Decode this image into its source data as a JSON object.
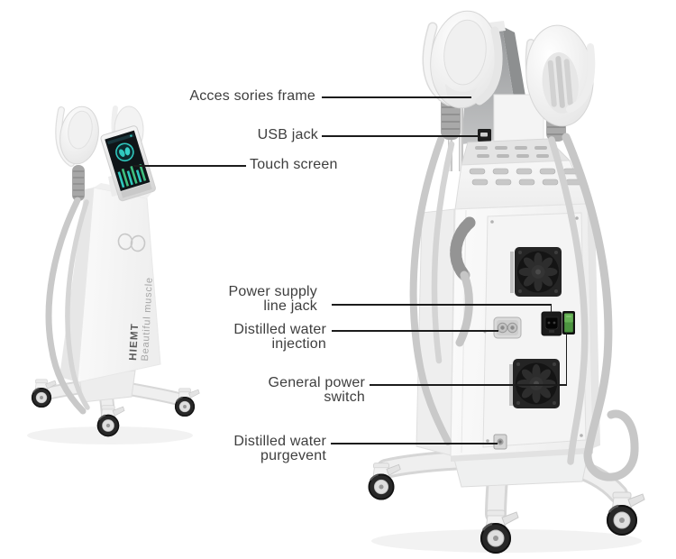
{
  "annotations": [
    {
      "id": "accessories-frame",
      "label": "Acces sories frame"
    },
    {
      "id": "usb-jack",
      "label": "USB jack"
    },
    {
      "id": "touch-screen",
      "label": "Touch screen"
    },
    {
      "id": "power-supply-line-jack",
      "label": "Power supply\nline jack"
    },
    {
      "id": "distilled-water-injection",
      "label": "Distilled water\ninjection"
    },
    {
      "id": "general-power-switch",
      "label": "General power\nswitch"
    },
    {
      "id": "distilled-water-purgevent",
      "label": "Distilled water\npurgevent"
    }
  ],
  "device": {
    "brand": "HIEMT",
    "tagline": "Beautiful muscle",
    "colors": {
      "body_white": "#f4f4f4",
      "frame_gray": "#a2a4a5",
      "screen_accent_teal": "#2fc7bd",
      "power_switch_green": "#58a14a",
      "fan_black": "#1f1f1f",
      "label_text": "#3e3e3e",
      "leader_line": "#1c1c1c"
    }
  }
}
